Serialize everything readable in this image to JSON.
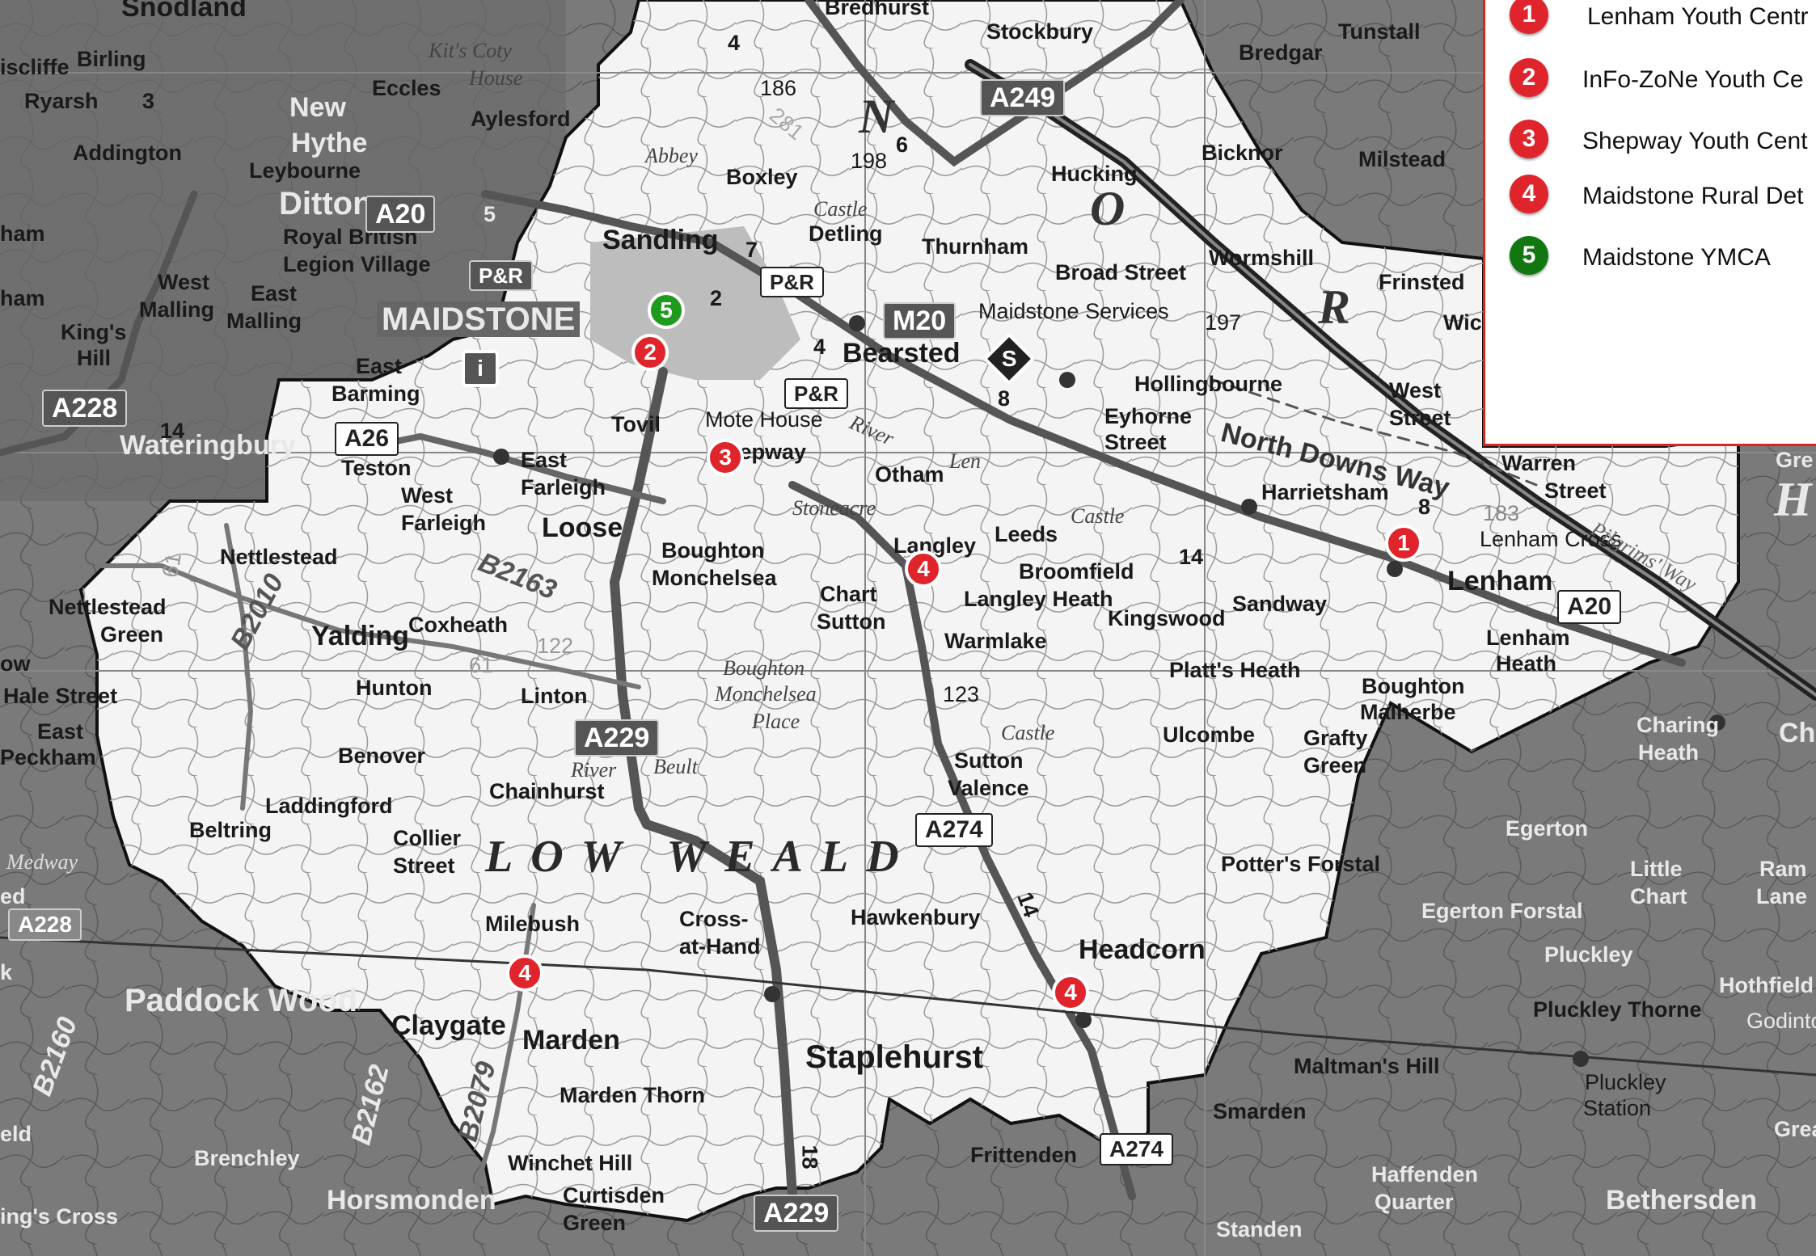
{
  "legend": {
    "items": [
      {
        "num": "1",
        "label": "Lenham Youth Centr",
        "color": "#e0242c"
      },
      {
        "num": "2",
        "label": "InFo-ZoNe Youth Ce",
        "color": "#e0242c"
      },
      {
        "num": "3",
        "label": "Shepway Youth Cent",
        "color": "#e0242c"
      },
      {
        "num": "4",
        "label": "Maidstone Rural Det",
        "color": "#e0242c"
      },
      {
        "num": "5",
        "label": "Maidstone YMCA",
        "color": "#117711"
      }
    ]
  },
  "markers": [
    {
      "num": "1"
    },
    {
      "num": "2"
    },
    {
      "num": "3"
    },
    {
      "num": "4"
    },
    {
      "num": "4"
    },
    {
      "num": "4"
    },
    {
      "num": "5"
    }
  ],
  "roads": {
    "a20": "A20",
    "a20b": "A20",
    "a249": "A249",
    "m20": "M20",
    "a228": "A228",
    "a228b": "A228",
    "a26": "A26",
    "a229": "A229",
    "a229b": "A229",
    "a274": "A274",
    "a274b": "A274",
    "b2163": "B2163",
    "b2010": "B2010",
    "b2079": "B2079",
    "b2160": "B2160",
    "b2162": "B2162"
  },
  "places": {
    "snodland": "Snodland",
    "birling": "Birling",
    "iscliffe": "iscliffe",
    "ryarsh": "Ryarsh",
    "addington": "Addington",
    "kitscoty": "Kit's Coty",
    "house": "House",
    "eccles": "Eccles",
    "new": "New",
    "hythe": "Hythe",
    "aylesford": "Aylesford",
    "leybourne": "Leybourne",
    "ditton": "Ditton",
    "royalbritish": "Royal British",
    "legionvillage": "Legion Village",
    "westmalling1": "West",
    "westmalling2": "Malling",
    "eastmalling1": "East",
    "eastmalling2": "Malling",
    "kingshill1": "King's",
    "kingshill2": "Hill",
    "maidstone": "MAIDSTONE",
    "eastbarming1": "East",
    "eastbarming2": "Barming",
    "wateringbury": "Wateringbury",
    "teston": "Teston",
    "westfarleigh1": "West",
    "westfarleigh2": "Farleigh",
    "eastfarleigh1": "East",
    "eastfarleigh2": "Farleigh",
    "loose": "Loose",
    "tovil": "Tovil",
    "sandling": "Sandling",
    "abbey": "Abbey",
    "boxley": "Boxley",
    "castle": "Castle",
    "detling": "Detling",
    "thurnham": "Thurnham",
    "bredhurst": "Bredhurst",
    "stockbury": "Stockbury",
    "hucking": "Hucking",
    "bicknor": "Bicknor",
    "bredgar": "Bredgar",
    "tunstall": "Tunstall",
    "milstead": "Milstead",
    "wormshill": "Wormshill",
    "frinsted": "Frinsted",
    "wic": "Wic",
    "broadstreet": "Broad Street",
    "maidstoneservices": "Maidstone Services",
    "bearsted": "Bearsted",
    "hollingbourne": "Hollingbourne",
    "eyhorne1": "Eyhorne",
    "eyhorne2": "Street",
    "northdowns": "North Downs Way",
    "weststreet1": "West",
    "weststreet2": "Street",
    "warrenstreet1": "Warren",
    "warrenstreet2": "Street",
    "harrietsham": "Harrietsham",
    "lenhamcross": "Lenham Cross",
    "lenham": "Lenham",
    "lenhamheath1": "Lenham",
    "lenhamheath2": "Heath",
    "motehouse": "Mote House",
    "river1": "River",
    "len": "Len",
    "shepway": "Shepway",
    "otham": "Otham",
    "stoneacre": "Stoneacre",
    "boughtonmonchelsea1": "Boughton",
    "boughtonmonchelsea2": "Monchelsea",
    "chartsutton1": "Chart",
    "chartsutton2": "Sutton",
    "langley": "Langley",
    "leeds": "Leeds",
    "castle2": "Castle",
    "broomfield": "Broomfield",
    "langleyheath": "Langley Heath",
    "kingswood": "Kingswood",
    "sandway": "Sandway",
    "warmlake": "Warmlake",
    "plattsheath": "Platt's Heath",
    "boughtonmalherbe1": "Boughton",
    "boughtonmalherbe2": "Malherbe",
    "nettlestead": "Nettlestead",
    "nettlesteadgreen1": "Nettlestead",
    "nettlesteadgreen2": "Green",
    "yalding": "Yalding",
    "coxheath": "Coxheath",
    "hunton": "Hunton",
    "linton": "Linton",
    "boughtonplace1": "Boughton",
    "boughtonplace2": "Monchelsea",
    "boughtonplace3": "Place",
    "suttonvalence1": "Sutton",
    "suttonvalence2": "Valence",
    "castle3": "Castle",
    "ulcombe": "Ulcombe",
    "graftygreen1": "Grafty",
    "graftygreen2": "Green",
    "halestreet": "Hale Street",
    "eastpeckham1": "East",
    "eastpeckham2": "Peckham",
    "benover": "Benover",
    "chainhurst": "Chainhurst",
    "riverbeult1": "River",
    "riverbeult2": "Beult",
    "laddingford": "Laddingford",
    "beltring": "Beltring",
    "collierstreet1": "Collier",
    "collierstreet2": "Street",
    "lowweald": "LOW WEALD",
    "medway": "Medway",
    "potterforstal": "Potter's Forstal",
    "egerton": "Egerton",
    "egertonforstal": "Egerton Forstal",
    "littlechart1": "Little",
    "littlechart2": "Chart",
    "ramlane1": "Ram",
    "ramlane2": "Lane",
    "charingheath1": "Charing",
    "charingheath2": "Heath",
    "milebush": "Milebush",
    "crossathand1": "Cross-",
    "crossathand2": "at-Hand",
    "hawkenbury": "Hawkenbury",
    "headcorn": "Headcorn",
    "pluckley": "Pluckley",
    "hothfield": "Hothfield",
    "godinton": "Godinton",
    "pluckleythorne": "Pluckley Thorne",
    "paddockwood": "Paddock Wood",
    "claygate": "Claygate",
    "marden": "Marden",
    "staplehurst": "Staplehurst",
    "maltmanshill": "Maltman's Hill",
    "pluckleystation1": "Pluckley",
    "pluckleystation2": "Station",
    "mardenthorn": "Marden Thorn",
    "smarden": "Smarden",
    "brenchley": "Brenchley",
    "wincethill": "Winchet Hill",
    "curtisden": "Curtisden",
    "green": "Green",
    "frittenden": "Frittenden",
    "haffenden1": "Haffenden",
    "haffenden2": "Quarter",
    "bethersden": "Bethersden",
    "horsmonden": "Horsmonden",
    "ingscross": "ing's Cross",
    "standen": "Standen",
    "great": "Great",
    "pilgrims": "Pilgrims' Way",
    "eld": "eld",
    "ed": "ed",
    "ham1": "ham",
    "ham2": "ham",
    "ow": "ow",
    "gre": "Gre",
    "ch": "Ch",
    "k": "k"
  },
  "grid_letters": {
    "n": "N",
    "o": "O",
    "r": "R",
    "h": "H"
  },
  "numbers": {
    "n4": "4",
    "n186": "186",
    "n198": "198",
    "n6": "6",
    "n5": "5",
    "n7": "7",
    "n2": "2",
    "n4b": "4",
    "n8": "8",
    "n197": "197",
    "n8b": "8",
    "n183": "183",
    "n14": "14",
    "n14b": "14",
    "n122": "122",
    "n61": "61",
    "n123": "123",
    "n14c": "14",
    "n18": "18",
    "n3": "3",
    "n61b": "61",
    "n281": "281"
  },
  "symbols": {
    "pr1": "P&R",
    "pr2": "P&R",
    "pr3": "P&R",
    "services": "S",
    "info": "i"
  },
  "colors": {
    "outside": "#7a7a7a",
    "inside": "#f4f4f4",
    "marker_red": "#e0242c",
    "marker_green": "#1e9b1e",
    "legend_border": "#dd2222"
  }
}
